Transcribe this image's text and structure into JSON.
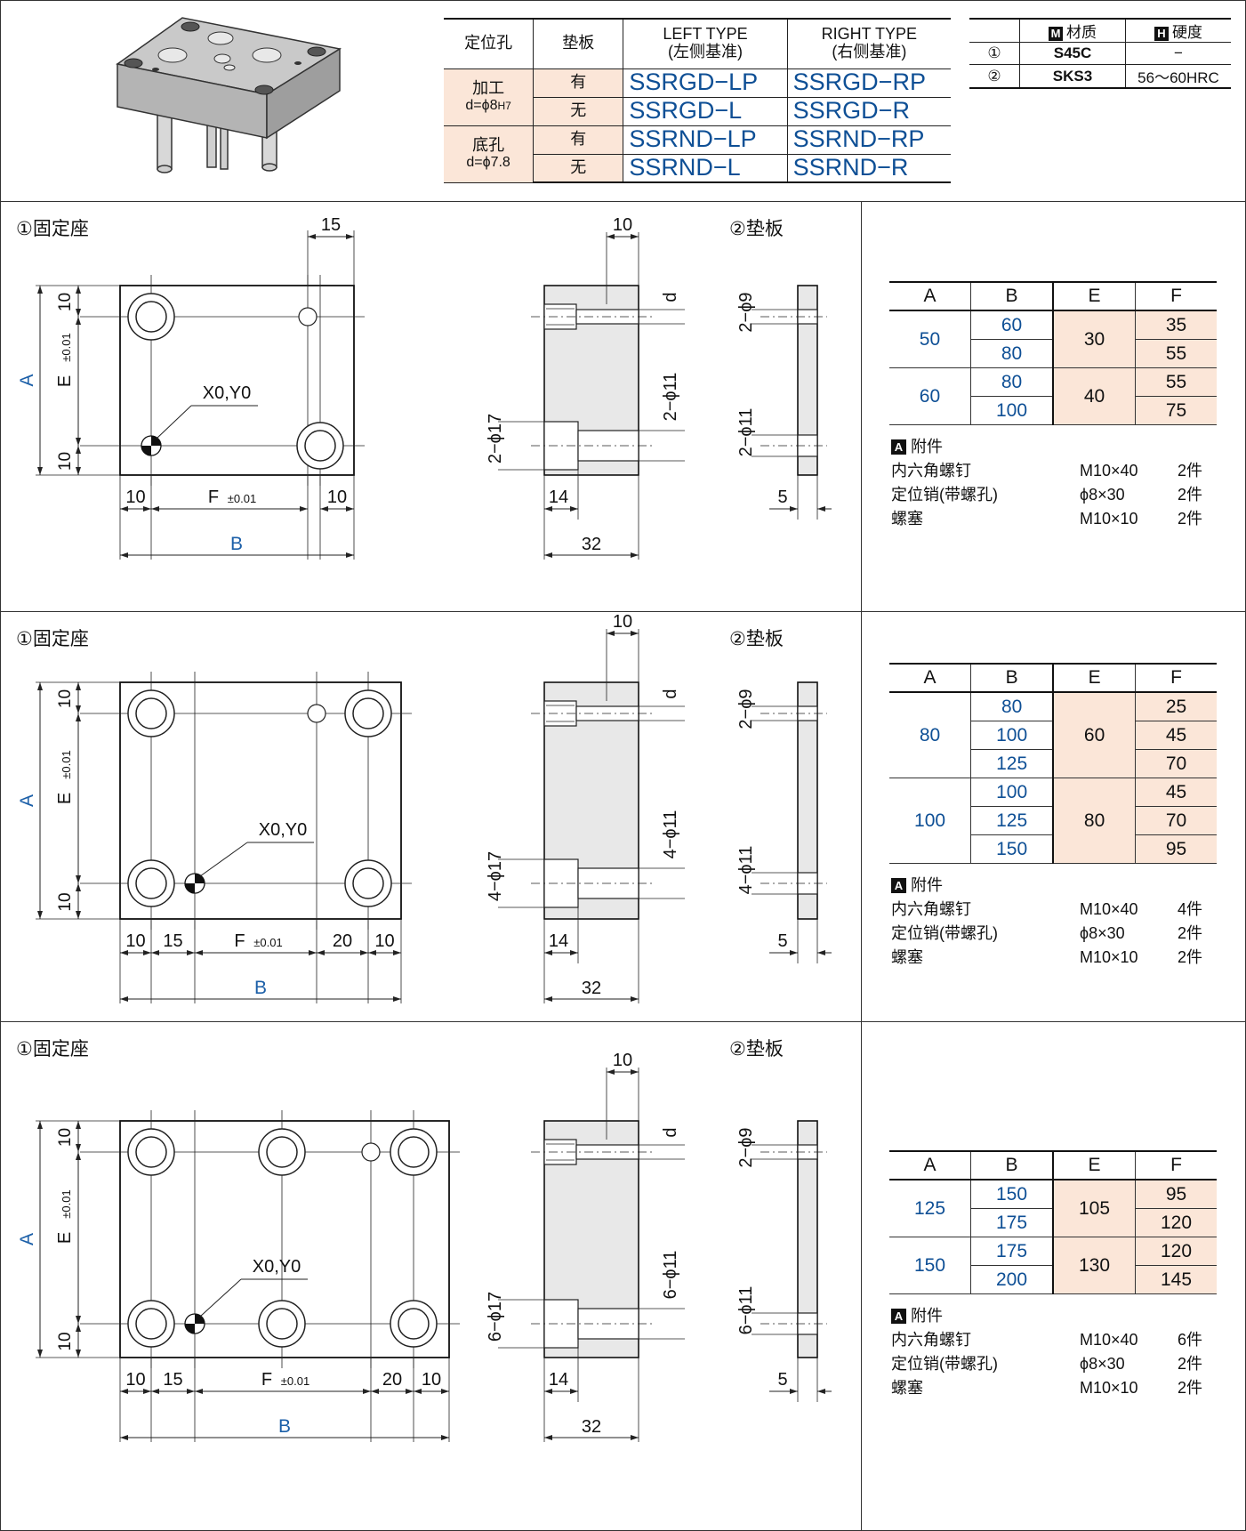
{
  "spec_table": {
    "headers": [
      "定位孔",
      "垫板",
      "LEFT TYPE",
      "(左侧基准)",
      "RIGHT TYPE",
      "(右侧基准)"
    ],
    "groups": [
      {
        "label": "加工",
        "sub_prefix": "d=ϕ8",
        "sub_suffix": "H7",
        "rows": [
          {
            "pad": "有",
            "left": "SSRGD−LP",
            "right": "SSRGD−RP"
          },
          {
            "pad": "无",
            "left": "SSRGD−L",
            "right": "SSRGD−R"
          }
        ]
      },
      {
        "label": "底孔",
        "sub_prefix": "d=ϕ7.8",
        "sub_suffix": "",
        "rows": [
          {
            "pad": "有",
            "left": "SSRND−LP",
            "right": "SSRND−RP"
          },
          {
            "pad": "无",
            "left": "SSRND−L",
            "right": "SSRND−R"
          }
        ]
      }
    ]
  },
  "material_table": {
    "header_material_icon": "M",
    "header_material": "材质",
    "header_hardness_icon": "H",
    "header_hardness": "硬度",
    "rows": [
      {
        "no": "①",
        "material": "S45C",
        "hardness": "−"
      },
      {
        "no": "②",
        "material": "SKS3",
        "hardness": "56〜60HRC"
      }
    ]
  },
  "drawing_labels": {
    "fixed_seat": "①固定座",
    "pad_plate": "②垫板",
    "origin": "X0,Y0",
    "A": "A",
    "B": "B",
    "E": "E",
    "F": "F",
    "tol": "±0.01",
    "d": "d",
    "dim10": "10",
    "dim14": "14",
    "dim15": "15",
    "dim20": "20",
    "dim32": "32",
    "dim5": "5"
  },
  "sections": [
    {
      "counterbore": "2−ϕ17",
      "thru_hole": "2−ϕ11",
      "pad_thru": "2−ϕ11",
      "pad_small": "2−ϕ9",
      "dim_columns": [
        "A",
        "B",
        "E",
        "F"
      ],
      "table": [
        {
          "A": "50",
          "rows": [
            {
              "B": "60",
              "F": "35"
            },
            {
              "B": "80",
              "F": "55"
            }
          ],
          "E": "30"
        },
        {
          "A": "60",
          "rows": [
            {
              "B": "80",
              "F": "55"
            },
            {
              "B": "100",
              "F": "75"
            }
          ],
          "E": "40"
        }
      ],
      "accessories": {
        "icon": "A",
        "title": "附件",
        "items": [
          {
            "name": "内六角螺钉",
            "spec": "M10×40",
            "qty": "2件"
          },
          {
            "name": "定位销(带螺孔)",
            "spec": "ϕ8×30",
            "qty": "2件"
          },
          {
            "name": "螺塞",
            "spec": "M10×10",
            "qty": "2件"
          }
        ]
      }
    },
    {
      "counterbore": "4−ϕ17",
      "thru_hole": "4−ϕ11",
      "pad_thru": "4−ϕ11",
      "pad_small": "2−ϕ9",
      "dim_columns": [
        "A",
        "B",
        "E",
        "F"
      ],
      "table": [
        {
          "A": "80",
          "rows": [
            {
              "B": "80",
              "F": "25"
            },
            {
              "B": "100",
              "F": "45"
            },
            {
              "B": "125",
              "F": "70"
            }
          ],
          "E": "60"
        },
        {
          "A": "100",
          "rows": [
            {
              "B": "100",
              "F": "45"
            },
            {
              "B": "125",
              "F": "70"
            },
            {
              "B": "150",
              "F": "95"
            }
          ],
          "E": "80"
        }
      ],
      "accessories": {
        "icon": "A",
        "title": "附件",
        "items": [
          {
            "name": "内六角螺钉",
            "spec": "M10×40",
            "qty": "4件"
          },
          {
            "name": "定位销(带螺孔)",
            "spec": "ϕ8×30",
            "qty": "2件"
          },
          {
            "name": "螺塞",
            "spec": "M10×10",
            "qty": "2件"
          }
        ]
      }
    },
    {
      "counterbore": "6−ϕ17",
      "thru_hole": "6−ϕ11",
      "pad_thru": "6−ϕ11",
      "pad_small": "2−ϕ9",
      "dim_columns": [
        "A",
        "B",
        "E",
        "F"
      ],
      "table": [
        {
          "A": "125",
          "rows": [
            {
              "B": "150",
              "F": "95"
            },
            {
              "B": "175",
              "F": "120"
            }
          ],
          "E": "105"
        },
        {
          "A": "150",
          "rows": [
            {
              "B": "175",
              "F": "120"
            },
            {
              "B": "200",
              "F": "145"
            }
          ],
          "E": "130"
        }
      ],
      "accessories": {
        "icon": "A",
        "title": "附件",
        "items": [
          {
            "name": "内六角螺钉",
            "spec": "M10×40",
            "qty": "6件"
          },
          {
            "name": "定位销(带螺孔)",
            "spec": "ϕ8×30",
            "qty": "2件"
          },
          {
            "name": "螺塞",
            "spec": "M10×10",
            "qty": "2件"
          }
        ]
      }
    }
  ]
}
